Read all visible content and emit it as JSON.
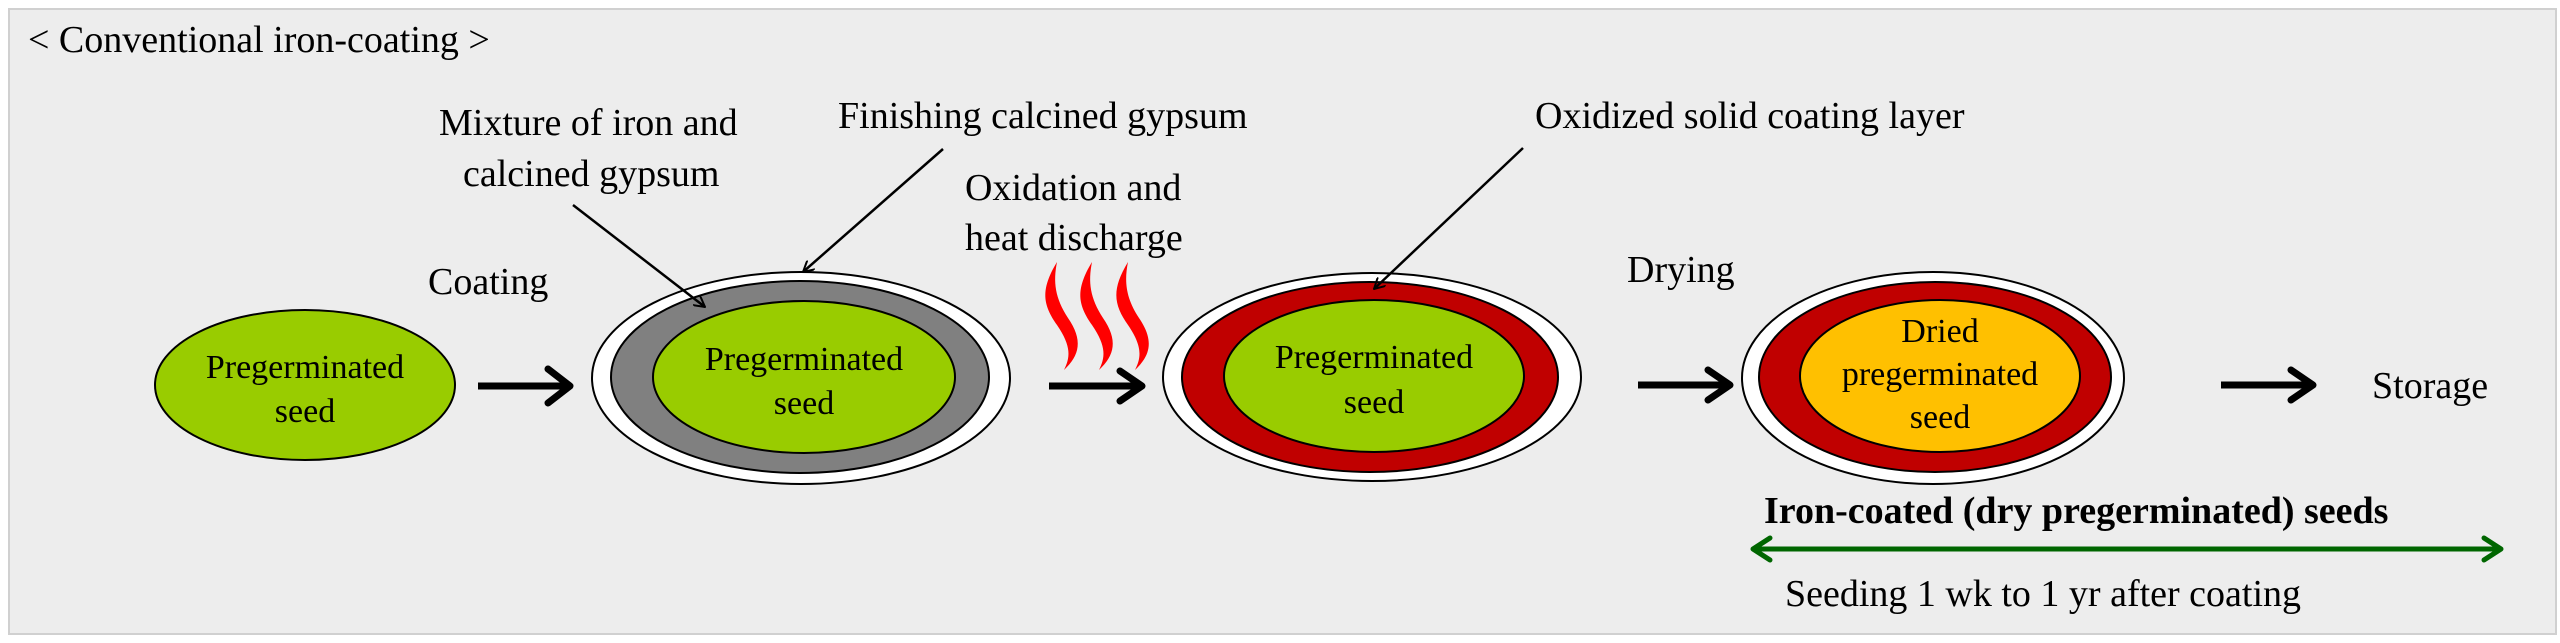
{
  "title": "< Conventional iron-coating >",
  "colors": {
    "panel_bg": "#EDEDED",
    "seed_green": "#99CC00",
    "iron_mix_gray": "#808080",
    "oxidized_red": "#C00000",
    "dried_amber": "#FFC000",
    "gypsum_white": "#FFFFFF",
    "heat_red": "#FF0000",
    "timeline_green": "#006600"
  },
  "steps": [
    {
      "id": "pregerminated",
      "label_lines": [
        "Pregerminated",
        "seed"
      ]
    },
    {
      "id": "coated",
      "label_lines": [
        "Pregerminated",
        "seed"
      ]
    },
    {
      "id": "oxidized",
      "label_lines": [
        "Pregerminated",
        "seed"
      ]
    },
    {
      "id": "dried",
      "label_lines": [
        "Dried",
        "pregerminated",
        "seed"
      ]
    }
  ],
  "transitions": {
    "coating": "Coating",
    "oxidation_line1": "Oxidation and",
    "oxidation_line2": "heat discharge",
    "drying": "Drying",
    "storage": "Storage"
  },
  "callouts": {
    "mixture_line1": "Mixture of iron and",
    "mixture_line2": "calcined gypsum",
    "finishing": "Finishing calcined gypsum",
    "oxidized_layer": "Oxidized solid coating layer"
  },
  "timeline": {
    "heading": "Iron-coated (dry pregerminated) seeds",
    "caption": "Seeding 1 wk to 1 yr after coating"
  }
}
